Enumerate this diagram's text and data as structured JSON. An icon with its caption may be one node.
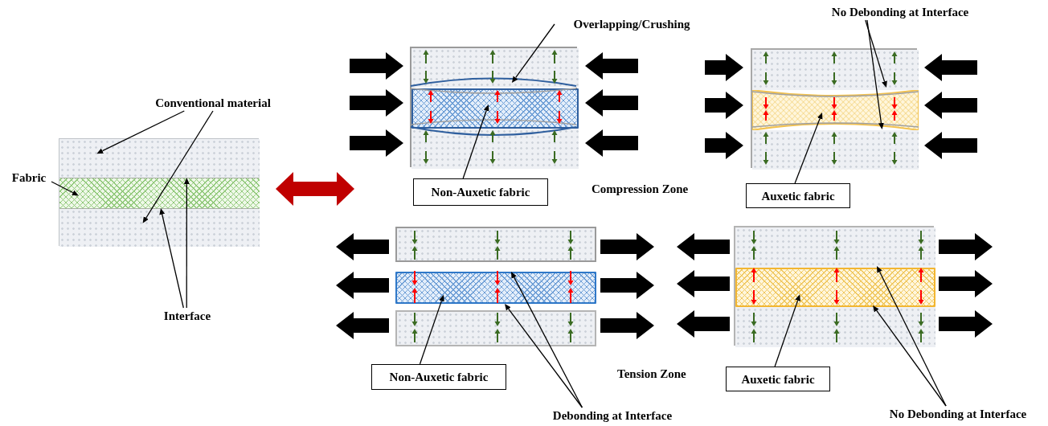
{
  "diagram": {
    "nodes": [
      {
        "text": [
          "Conventional material"
        ]
      },
      {
        "text": [
          "Fabric"
        ]
      },
      {
        "text": [],
        "shape": "box"
      },
      {
        "text": [],
        "shape": "box",
        "in": 2
      },
      {
        "text": [],
        "shape": "bar",
        "in": 2
      },
      {
        "text": [],
        "shape": "box",
        "in": 2
      },
      {
        "text": [
          "Interface"
        ]
      },
      {
        "text": [
          "Overlapping/Crushing"
        ]
      },
      {
        "text": [
          "No Debonding at Interface"
        ]
      },
      {
        "text": [],
        "shape": "box"
      },
      {
        "text": [],
        "shape": "box",
        "in": 9
      },
      {
        "text": [],
        "shape": "bar",
        "in": 9
      },
      {
        "text": [],
        "shape": "box",
        "in": 9
      },
      {
        "text": [],
        "shape": "box"
      },
      {
        "text": [],
        "shape": "box",
        "in": 13
      },
      {
        "text": [],
        "shape": "bar",
        "in": 13
      },
      {
        "text": [],
        "shape": "box",
        "in": 13
      },
      {
        "text": [
          "Non-Auxetic fabric"
        ]
      },
      {
        "text": [
          "Auxetic fabric"
        ]
      },
      {
        "text": [],
        "shape": "box"
      },
      {
        "text": [],
        "shape": "bar"
      },
      {
        "text": [],
        "shape": "box"
      },
      {
        "text": [],
        "shape": "box"
      },
      {
        "text": [],
        "shape": "box",
        "in": 22
      },
      {
        "text": [],
        "shape": "bar",
        "in": 22
      },
      {
        "text": [],
        "shape": "box",
        "in": 22
      },
      {
        "text": [
          "Non-Auxetic fabric"
        ]
      },
      {
        "text": [
          "Auxetic fabric"
        ]
      },
      {
        "text": [
          "Debonding at Interface"
        ]
      },
      {
        "text": [
          "No Debonding at Interface"
        ]
      }
    ],
    "edges": [
      {
        "from": 0,
        "to": 3,
        "arrow": "to"
      },
      {
        "from": 0,
        "to": 5,
        "arrow": "to"
      },
      {
        "from": 1,
        "to": 4,
        "arrow": "to"
      },
      {
        "from": 6,
        "to": 4,
        "arrow": "to"
      },
      {
        "from": 6,
        "to": 4,
        "arrow": "to"
      },
      {
        "from": 2,
        "to": null,
        "arrow": "both",
        "style": "thick",
        "color": "#c00000"
      },
      {
        "from": 7,
        "to": 10,
        "arrow": "to"
      },
      {
        "from": 8,
        "to": 14,
        "arrow": "to"
      },
      {
        "from": 8,
        "to": 16,
        "arrow": "to"
      },
      {
        "from": 17,
        "to": 11,
        "arrow": "to"
      },
      {
        "from": 18,
        "to": 15,
        "arrow": "to"
      },
      {
        "from": 26,
        "to": 20,
        "arrow": "to"
      },
      {
        "from": 28,
        "to": 20,
        "arrow": "to"
      },
      {
        "from": 28,
        "to": 20,
        "arrow": "to"
      },
      {
        "from": 27,
        "to": 24,
        "arrow": "to"
      },
      {
        "from": 29,
        "to": 24,
        "arrow": "to"
      },
      {
        "from": 29,
        "to": 24,
        "arrow": "to"
      }
    ],
    "labels": [
      "Compression Zone",
      "Tension Zone"
    ]
  }
}
